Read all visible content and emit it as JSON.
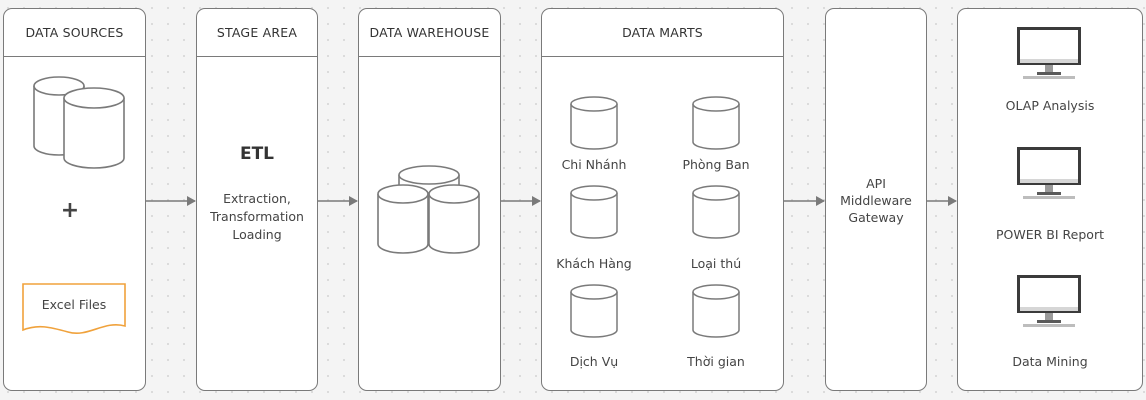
{
  "panels": {
    "data_sources": {
      "title": "DATA SOURCES",
      "plus": "+",
      "excel_label": "Excel Files"
    },
    "stage_area": {
      "title": "STAGE AREA",
      "etl": "ETL",
      "desc_line1": "Extraction,",
      "desc_line2": "Transformation",
      "desc_line3": "Loading"
    },
    "data_warehouse": {
      "title": "DATA WAREHOUSE"
    },
    "data_marts": {
      "title": "DATA MARTS",
      "marts": [
        "Chi Nhánh",
        "Phòng Ban",
        "Khách Hàng",
        "Loại thú",
        "Dịch Vụ",
        "Thời gian"
      ]
    },
    "middleware": {
      "line1": "API",
      "line2": "Middleware",
      "line3": "Gateway"
    },
    "outputs": {
      "items": [
        "OLAP Analysis",
        "POWER BI Report",
        "Data Mining"
      ]
    }
  },
  "colors": {
    "stroke": "#7a7a7a",
    "excel_accent": "#f0a23c",
    "background": "#f4f4f4",
    "monitor_screen": "#ffffff"
  },
  "icons": {
    "database": "database-icon",
    "monitor": "monitor-icon",
    "document": "document-icon",
    "arrow": "arrow-right-icon"
  }
}
